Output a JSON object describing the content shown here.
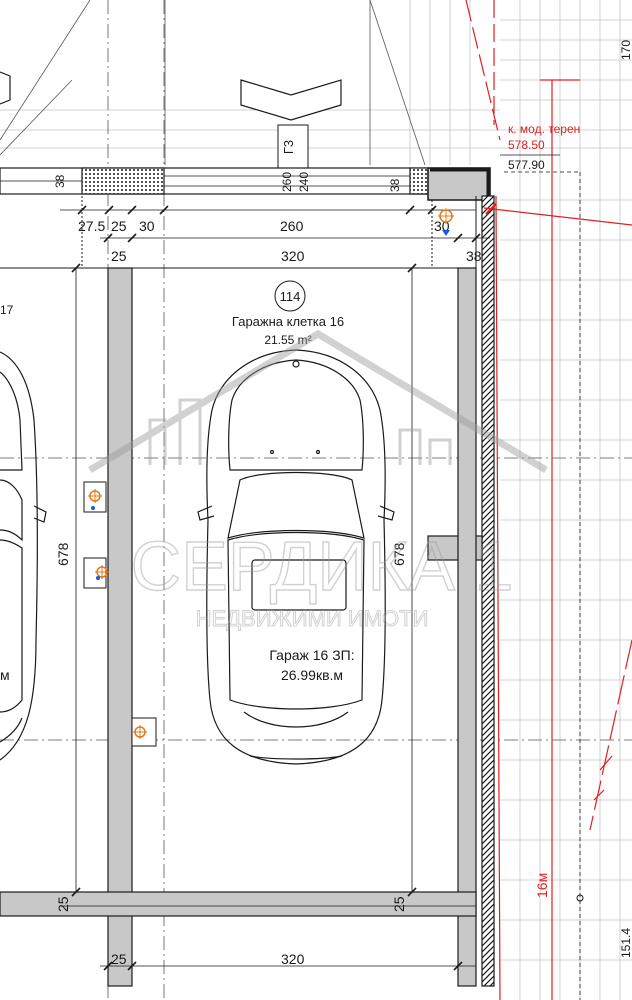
{
  "colors": {
    "line": "#1a1a1a",
    "wall_fill": "#c8c8c8",
    "grid": "#c4c4c4",
    "red": "#e02020",
    "watermark": "#9a9a9a",
    "pin_orange": "#e07a1a",
    "pin_blue": "#1a5ae0"
  },
  "plan": {
    "arrow_label": "Г3",
    "room_number": "114",
    "room_name": "Гаражна клетка 16",
    "room_area": "21.55 m²",
    "garage_label_1": "Гараж 16 ЗП:",
    "garage_label_2": "26.99кв.м",
    "left_room_fragment": "17",
    "left_room_fragment_2": "м"
  },
  "dimensions": {
    "top_wall_38a": "38",
    "top_wall_260": "260",
    "top_wall_240": "240",
    "top_wall_38b": "38",
    "d_27_5": "27.5",
    "d_25a": "25",
    "d_30a": "30",
    "d_260": "260",
    "d_30b": "30",
    "d_25b": "25",
    "d_320": "320",
    "d_38": "38",
    "d_678_left": "678",
    "d_678_right": "678",
    "d_25_bottom_left": "25",
    "d_25_bottom_right": "25",
    "d_25_lower": "25",
    "d_320_lower": "320",
    "d_170": "170",
    "d_1514": "151.4"
  },
  "terrain": {
    "label": "к. мод. терен",
    "level_red": "578.50",
    "level_black": "577.90",
    "distance": "16м"
  },
  "watermark": {
    "line1": "СЕРДИКА 1",
    "line2": "НЕДВИЖИМИ ИМОТИ"
  }
}
